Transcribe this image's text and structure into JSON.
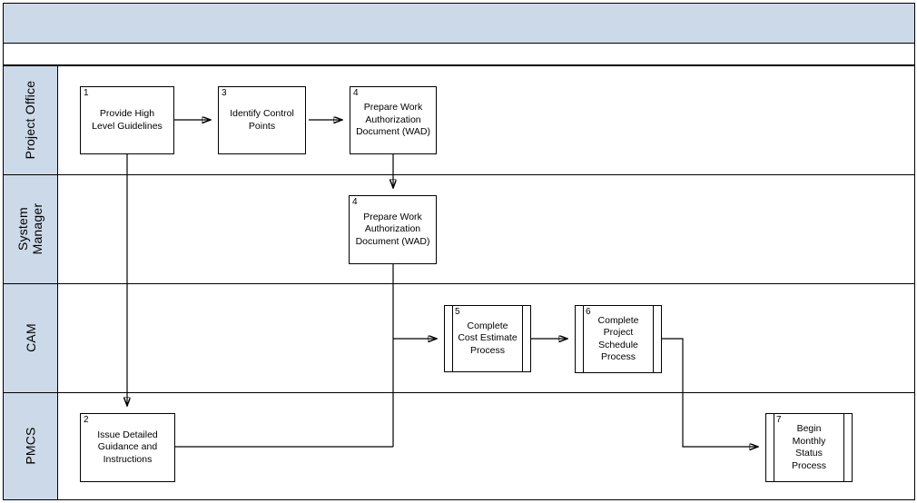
{
  "diagram": {
    "type": "swimlane-flowchart",
    "header_bands": [
      {
        "name": "pool-title-band",
        "text": "",
        "fill": "#ccd9e8"
      },
      {
        "name": "phase-band",
        "text": "",
        "fill": "#ffffff"
      }
    ],
    "lanes": [
      {
        "id": "project-office",
        "label": "Project Office"
      },
      {
        "id": "system-manager",
        "label": "System\nManager"
      },
      {
        "id": "cam",
        "label": "CAM"
      },
      {
        "id": "pmcs",
        "label": "PMCS"
      }
    ],
    "nodes": [
      {
        "id": "n1",
        "num": "1",
        "label": "Provide High\nLevel Guidelines",
        "lane": "project-office",
        "shape": "process"
      },
      {
        "id": "n3",
        "num": "3",
        "label": "Identify Control\nPoints",
        "lane": "project-office",
        "shape": "process"
      },
      {
        "id": "n4a",
        "num": "4",
        "label": "Prepare Work\nAuthorization\nDocument (WAD)",
        "lane": "project-office",
        "shape": "process"
      },
      {
        "id": "n4b",
        "num": "4",
        "label": "Prepare Work\nAuthorization\nDocument (WAD)",
        "lane": "system-manager",
        "shape": "process"
      },
      {
        "id": "n5",
        "num": "5",
        "label": "Complete\nCost Estimate\nProcess",
        "lane": "cam",
        "shape": "predefined-process"
      },
      {
        "id": "n6",
        "num": "6",
        "label": "Complete\nProject\nSchedule\nProcess",
        "lane": "cam",
        "shape": "predefined-process"
      },
      {
        "id": "n2",
        "num": "2",
        "label": "Issue Detailed\nGuidance and\nInstructions",
        "lane": "pmcs",
        "shape": "process"
      },
      {
        "id": "n7",
        "num": "7",
        "label": "Begin\nMonthly\nStatus\nProcess",
        "lane": "pmcs",
        "shape": "predefined-process"
      }
    ],
    "edges": [
      {
        "from": "n1",
        "to": "n3",
        "arrow": true
      },
      {
        "from": "n3",
        "to": "n4a",
        "arrow": true
      },
      {
        "from": "n1",
        "to": "n2",
        "arrow": true
      },
      {
        "from": "n4a",
        "to": "n4b",
        "arrow": true
      },
      {
        "from": "n4b",
        "to": "n5",
        "arrow": true
      },
      {
        "from": "n5",
        "to": "n6",
        "arrow": true
      },
      {
        "from": "n2",
        "to": "n4b-trunk",
        "arrow": false
      },
      {
        "from": "n6",
        "to": "n7",
        "arrow": true
      }
    ],
    "colors": {
      "lane_header_fill": "#ccd9e8",
      "band_fill": "#ccd9e8",
      "node_fill": "#ffffff",
      "stroke": "#000000"
    }
  }
}
